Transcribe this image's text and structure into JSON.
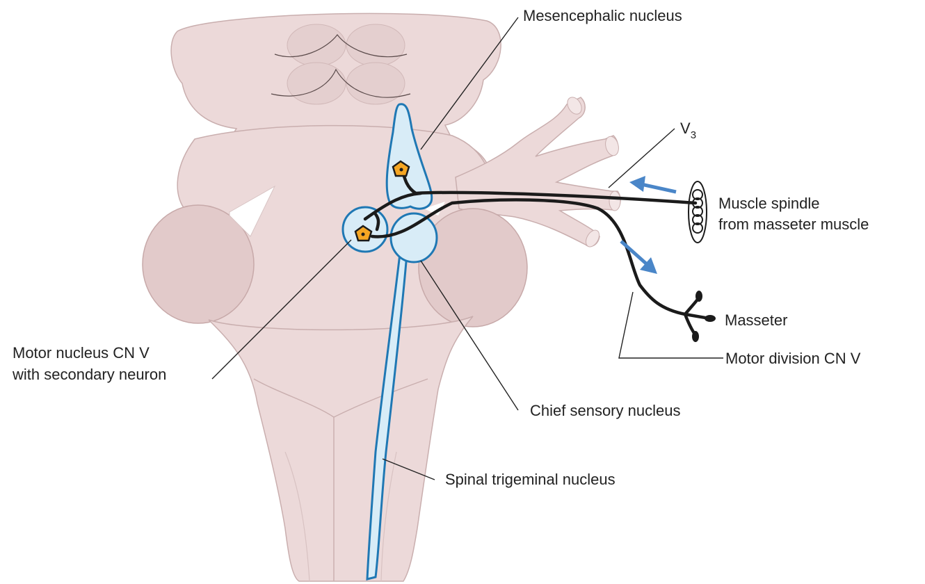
{
  "labels": {
    "mesencephalic": "Mesencephalic nucleus",
    "v3_base": "V",
    "v3_sub": "3",
    "spindle_line1": "Muscle spindle",
    "spindle_line2": "from masseter muscle",
    "masseter": "Masseter",
    "motor_division": "Motor division CN V",
    "motor_nucleus_line1": "Motor nucleus CN V",
    "motor_nucleus_line2": "with secondary neuron",
    "chief_sensory": "Chief sensory nucleus",
    "spinal_trigeminal": "Spinal trigeminal nucleus"
  },
  "colors": {
    "brainstem": "#ecd9d9",
    "brainstem_outline": "#c9aeae",
    "nucleus_fill": "#d8ecf7",
    "nucleus_outline": "#1f78b4",
    "fiber": "#1b1b1b",
    "neuron_body": "#f5a623",
    "arrow": "#4a86c8"
  },
  "icons": {
    "neuron": "pentagon-neuron-icon",
    "spindle": "coil-spindle-icon",
    "arrow": "direction-arrow-icon"
  }
}
